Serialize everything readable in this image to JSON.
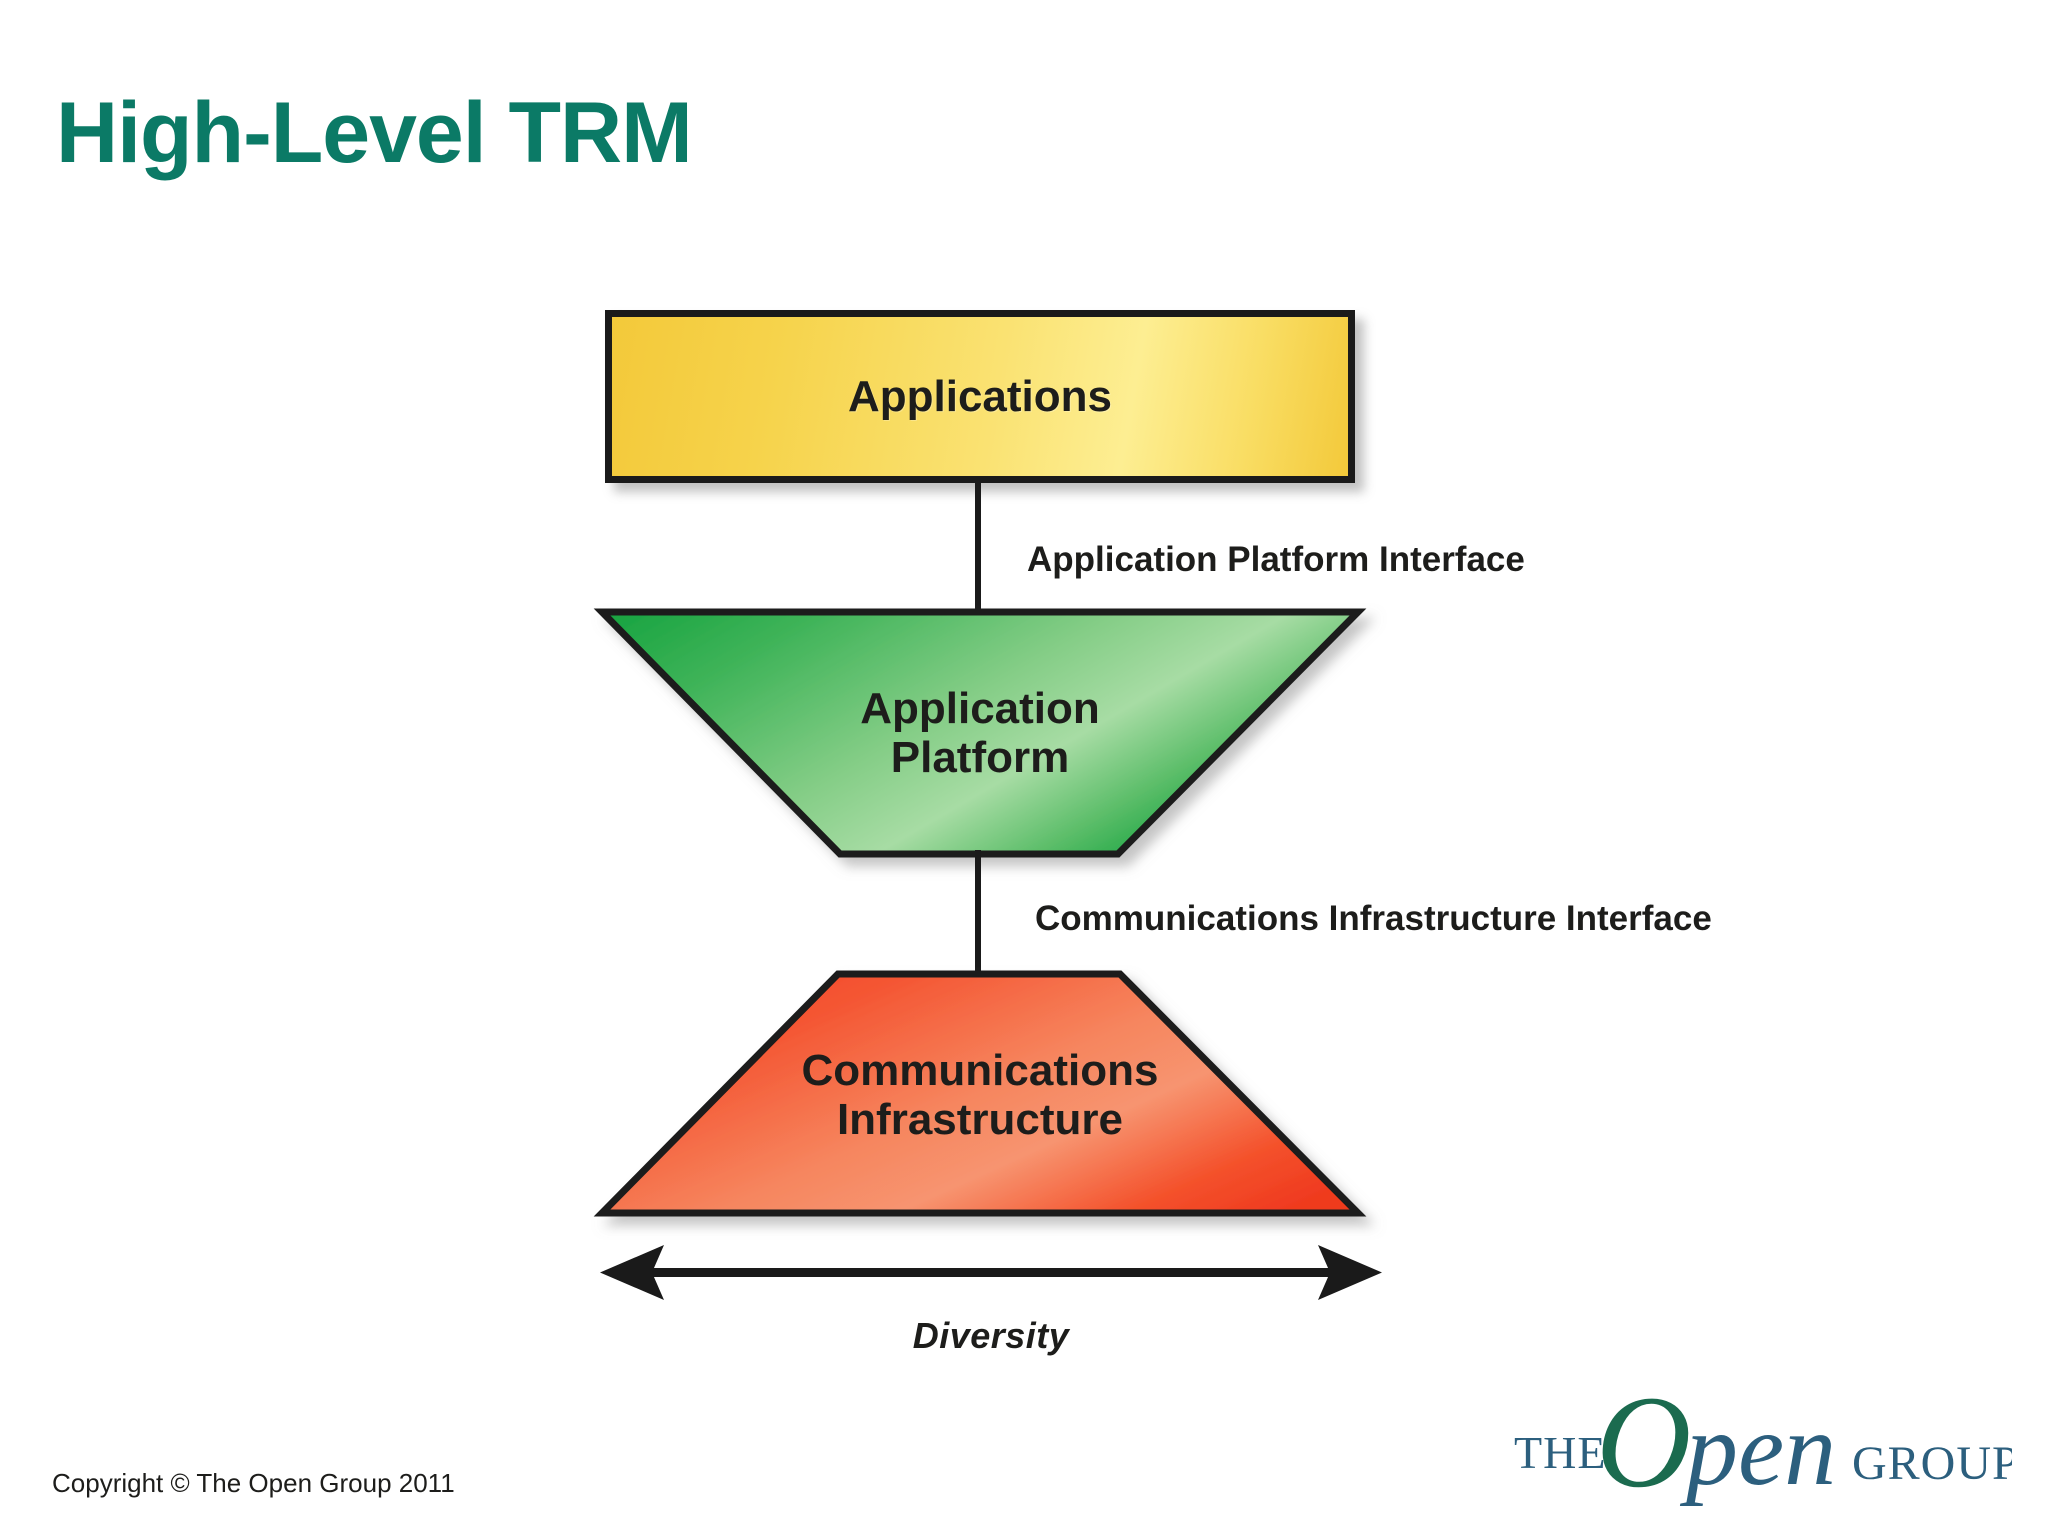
{
  "slide": {
    "title": "High-Level TRM",
    "title_color": "#0b7a66",
    "background_color": "#ffffff"
  },
  "diagram": {
    "type": "layered-stack-diagram",
    "layers": [
      {
        "id": "applications",
        "label": "Applications",
        "shape": "rectangle",
        "fill_start": "#f3c93a",
        "fill_end": "#fdee92",
        "border_color": "#1a1a1a"
      },
      {
        "id": "application-platform",
        "label": "Application\nPlatform",
        "shape": "inverted-trapezoid",
        "fill_start": "#18a544",
        "fill_end": "#a7dca4",
        "border_color": "#1a1a1a"
      },
      {
        "id": "communications-infrastructure",
        "label": "Communications\nInfrastructure",
        "shape": "trapezoid",
        "fill_start": "#f4402a",
        "fill_end": "#f58b63",
        "border_color": "#1a1a1a"
      }
    ],
    "interfaces": [
      {
        "id": "application-platform-interface",
        "label": "Application Platform Interface"
      },
      {
        "id": "communications-infrastructure-interface",
        "label": "Communications Infrastructure Interface"
      }
    ],
    "axis": {
      "id": "diversity-axis",
      "label": "Diversity",
      "arrow": "double-headed-horizontal"
    }
  },
  "footer": {
    "copyright": "Copyright © The Open Group 2011"
  },
  "logo": {
    "the": "THE",
    "o": "O",
    "pen": "pen",
    "group": "GROUP",
    "green": "#1b6b4f",
    "blue": "#2c5f7e"
  }
}
